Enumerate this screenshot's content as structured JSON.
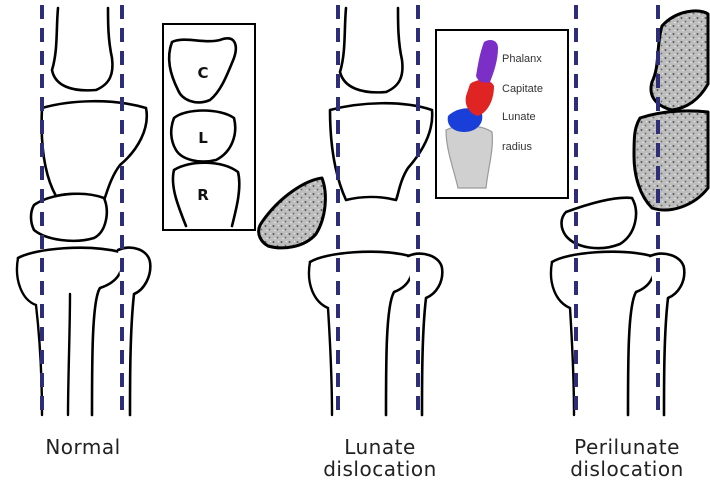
{
  "panels": {
    "normal": {
      "caption": "Normal"
    },
    "lunate": {
      "caption_line1": "Lunate",
      "caption_line2": "dislocation"
    },
    "perilunate": {
      "caption_line1": "Perilunate",
      "caption_line2": "dislocation"
    }
  },
  "inset_letters": {
    "capitate": "C",
    "lunate": "L",
    "radius": "R"
  },
  "legend": {
    "phalanx": "Phalanx",
    "capitate": "Capitate",
    "lunate": "Lunate",
    "radius": "radius"
  },
  "colors": {
    "axis": "#2e2d78",
    "phalanx": "#7b2fc7",
    "capitate": "#e02424",
    "lunate": "#1a3fd9",
    "radius": "#c8c8c8"
  }
}
